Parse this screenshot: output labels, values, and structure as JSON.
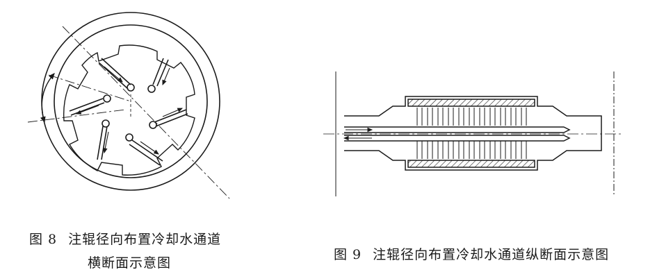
{
  "figure8": {
    "number": "图 8",
    "caption_line1": "注辊径向布置冷却水通道",
    "caption_line2": "横断面示意图"
  },
  "figure9": {
    "number": "图 9",
    "caption": "注辊径向布置冷却水通道纵断面示意图"
  },
  "colors": {
    "ink": "#1a1a1a",
    "background": "#ffffff"
  }
}
